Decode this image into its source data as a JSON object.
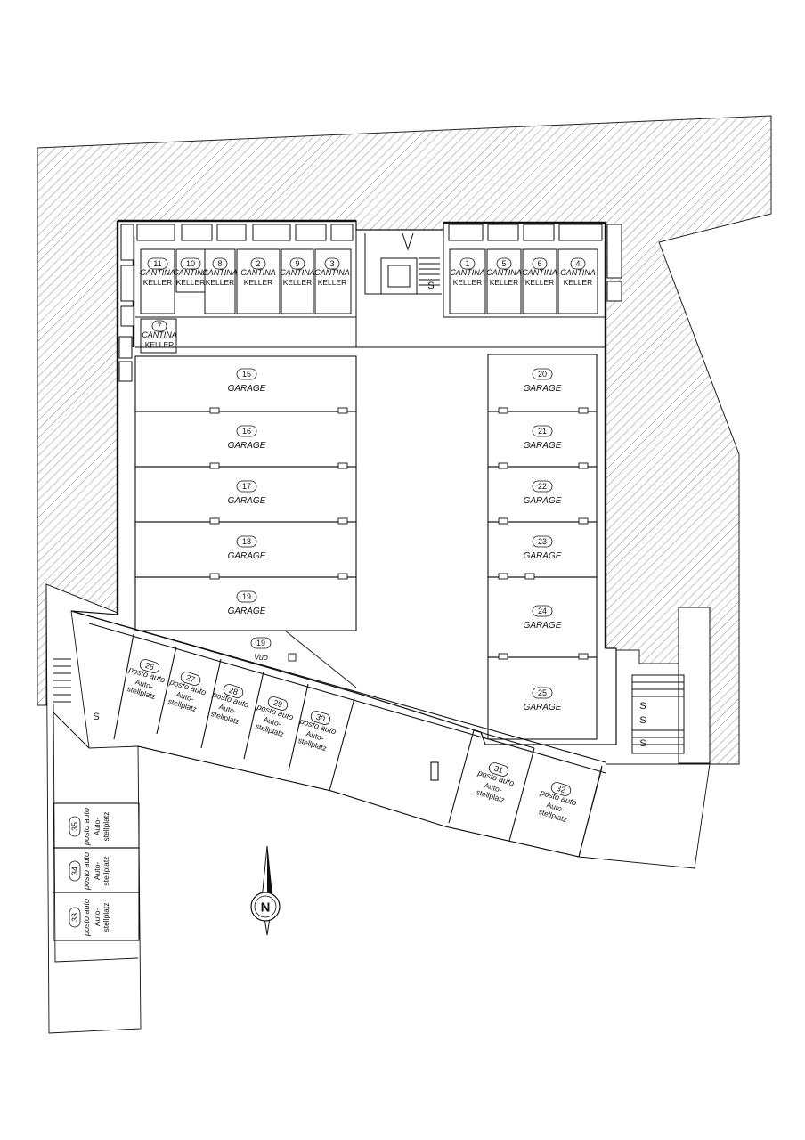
{
  "plan": {
    "cellars": [
      {
        "num": "11",
        "line1": "CANTINA",
        "line2": "KELLER"
      },
      {
        "num": "10",
        "line1": "CANTINA",
        "line2": "KELLER"
      },
      {
        "num": "8",
        "line1": "CANTINA",
        "line2": "KELLER"
      },
      {
        "num": "2",
        "line1": "CANTINA",
        "line2": "KELLER"
      },
      {
        "num": "9",
        "line1": "CANTINA",
        "line2": "KELLER"
      },
      {
        "num": "3",
        "line1": "CANTINA",
        "line2": "KELLER"
      },
      {
        "num": "1",
        "line1": "CANTINA",
        "line2": "KELLER"
      },
      {
        "num": "5",
        "line1": "CANTINA",
        "line2": "KELLER"
      },
      {
        "num": "6",
        "line1": "CANTINA",
        "line2": "KELLER"
      },
      {
        "num": "4",
        "line1": "CANTINA",
        "line2": "KELLER"
      },
      {
        "num": "7",
        "line1": "CANTINA",
        "line2": "KELLER"
      }
    ],
    "garages": [
      {
        "num": "15",
        "label": "GARAGE"
      },
      {
        "num": "16",
        "label": "GARAGE"
      },
      {
        "num": "17",
        "label": "GARAGE"
      },
      {
        "num": "18",
        "label": "GARAGE"
      },
      {
        "num": "19",
        "label": "GARAGE"
      },
      {
        "num": "20",
        "label": "GARAGE"
      },
      {
        "num": "21",
        "label": "GARAGE"
      },
      {
        "num": "22",
        "label": "GARAGE"
      },
      {
        "num": "23",
        "label": "GARAGE"
      },
      {
        "num": "24",
        "label": "GARAGE"
      },
      {
        "num": "25",
        "label": "GARAGE"
      }
    ],
    "void": {
      "num": "19",
      "label": "Vuo"
    },
    "parking": [
      {
        "num": "26",
        "line1": "posto auto",
        "line2": "Auto-",
        "line3": "stellplatz"
      },
      {
        "num": "27",
        "line1": "posto auto",
        "line2": "Auto-",
        "line3": "stellplatz"
      },
      {
        "num": "28",
        "line1": "posto auto",
        "line2": "Auto-",
        "line3": "stellplatz"
      },
      {
        "num": "29",
        "line1": "posto auto",
        "line2": "Auto-",
        "line3": "stellplatz"
      },
      {
        "num": "30",
        "line1": "posto auto",
        "line2": "Auto-",
        "line3": "stellplatz"
      },
      {
        "num": "31",
        "line1": "posto auto",
        "line2": "Auto-",
        "line3": "stellplatz"
      },
      {
        "num": "32",
        "line1": "posto auto",
        "line2": "Auto-",
        "line3": "stellplatz"
      },
      {
        "num": "35",
        "line1": "posto auto",
        "line2": "Auto-",
        "line3": "stellplatz"
      },
      {
        "num": "34",
        "line1": "posto auto",
        "line2": "Auto-",
        "line3": "stellplatz"
      },
      {
        "num": "33",
        "line1": "posto auto",
        "line2": "Auto-",
        "line3": "stellplatz"
      }
    ],
    "stair_marks": [
      "S",
      "S",
      "S",
      "S",
      "S"
    ],
    "compass": "N"
  }
}
